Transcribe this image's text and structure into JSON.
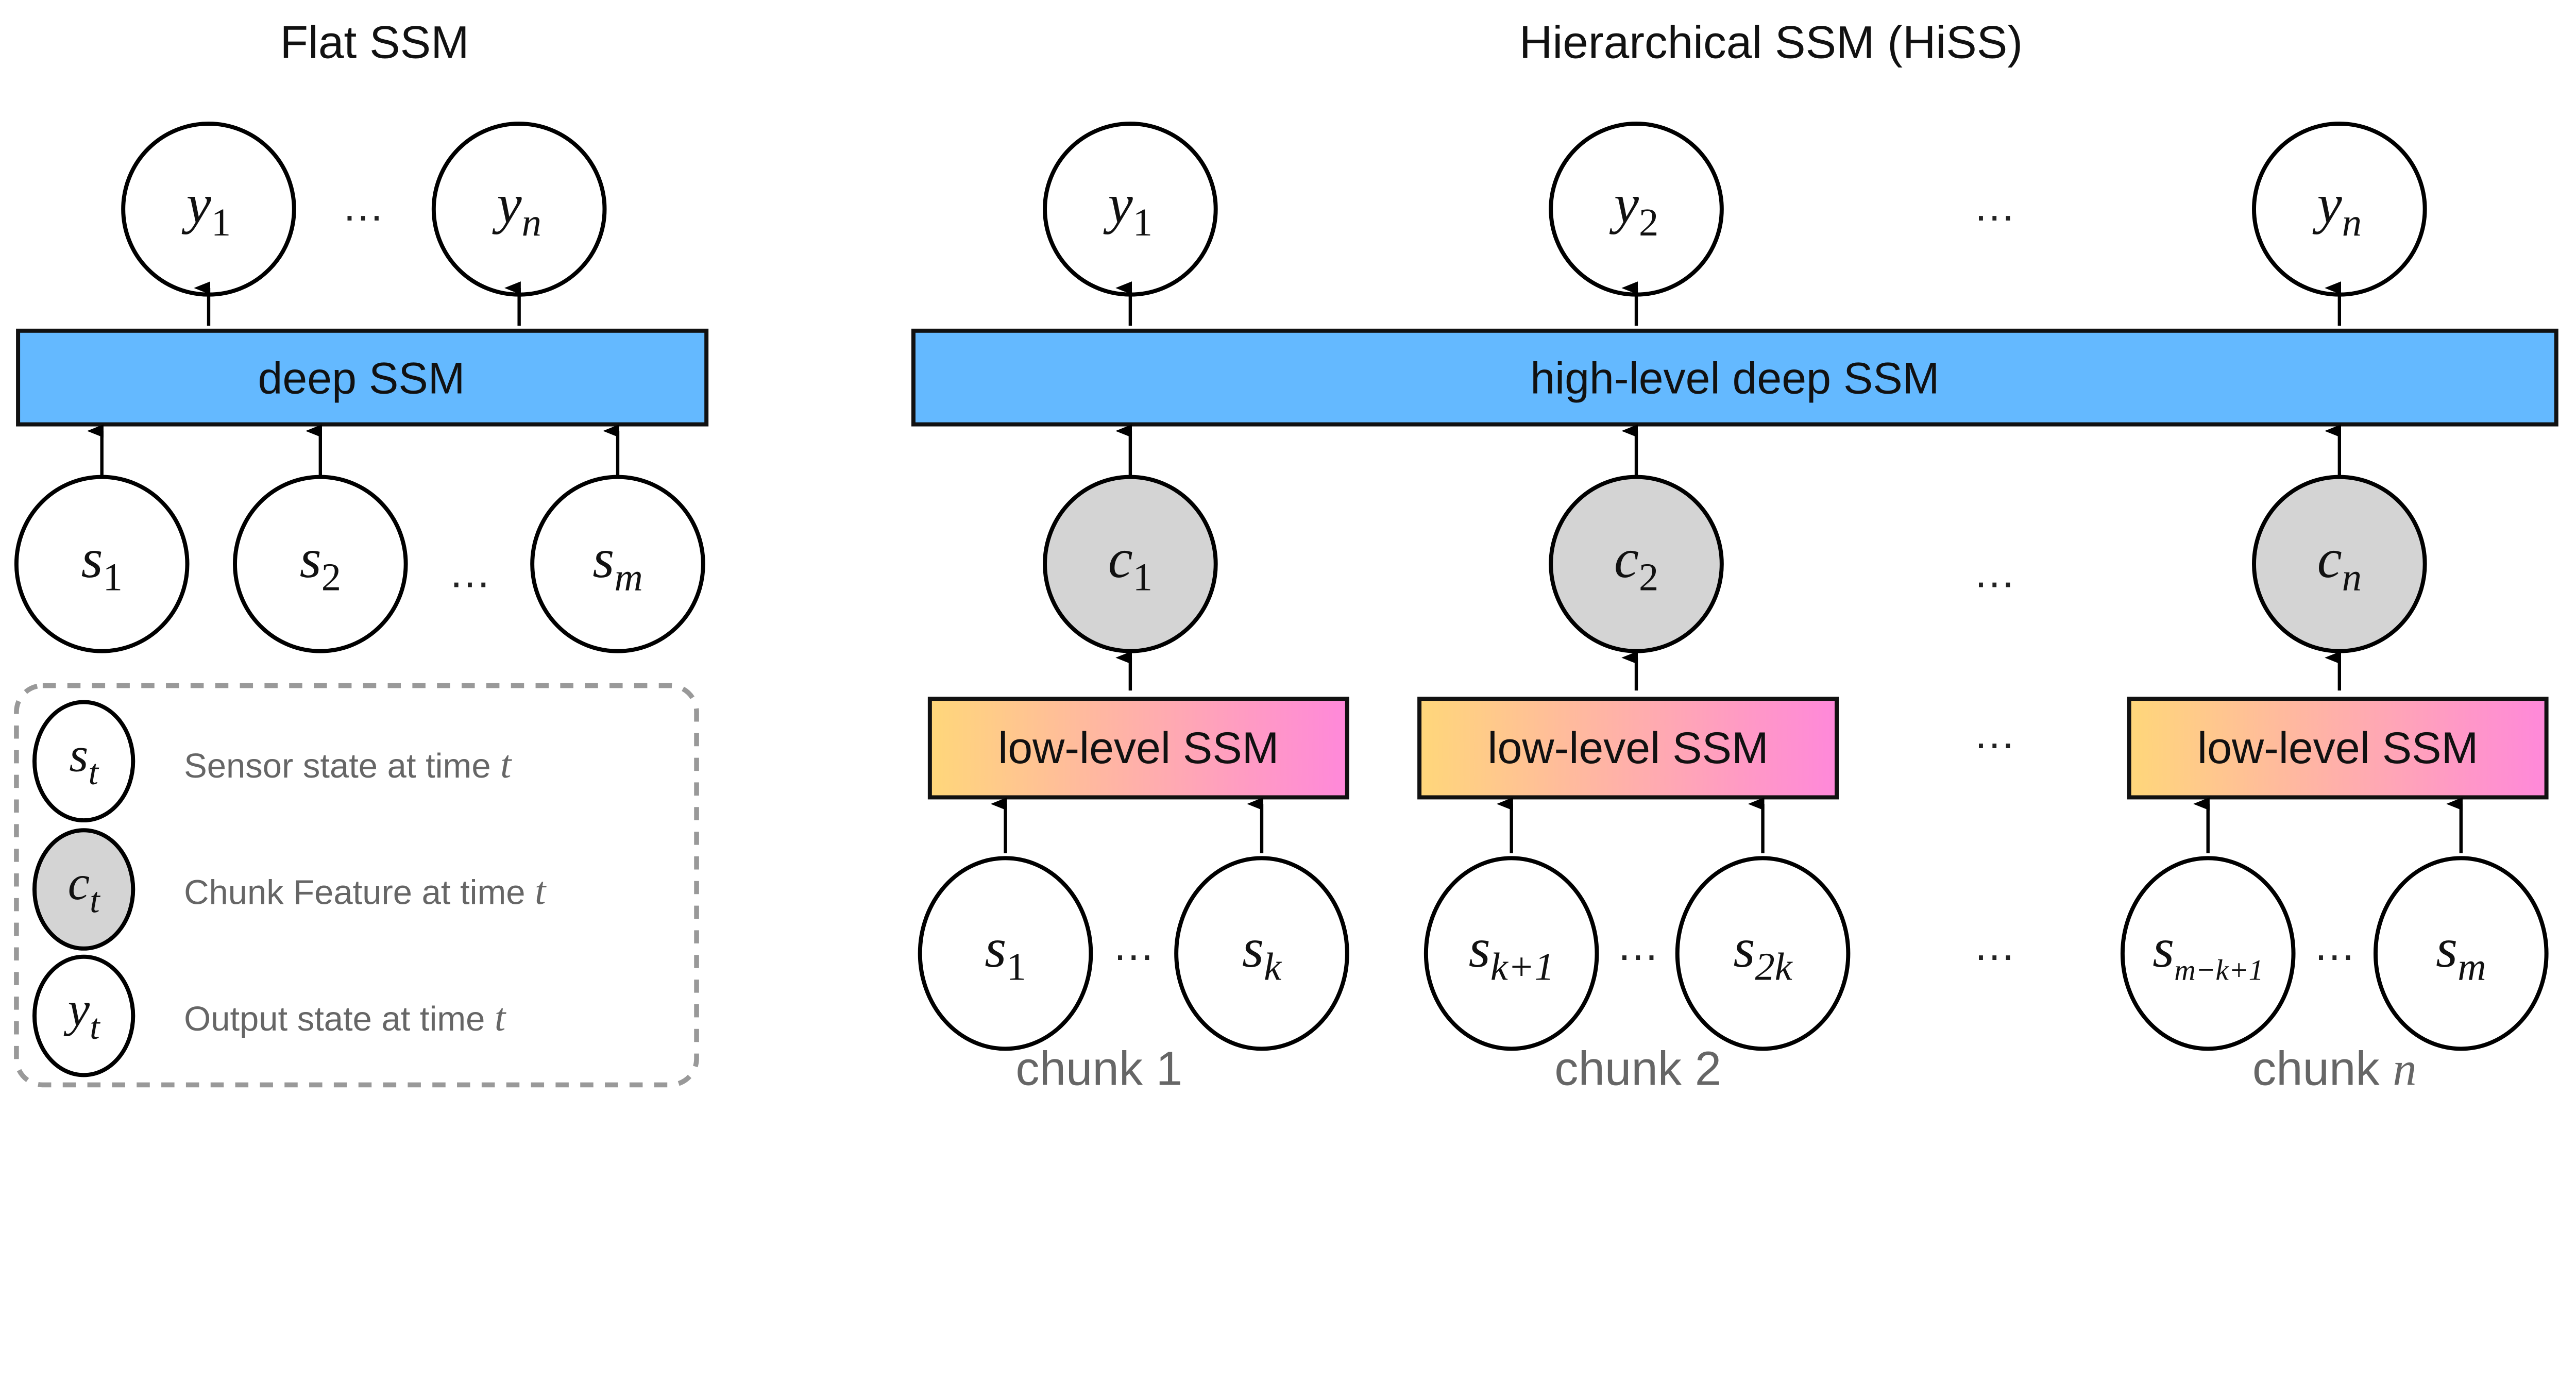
{
  "colors": {
    "ssm_blue": "#64b9ff",
    "low_start": "#ffd77a",
    "low_end": "#ff88da",
    "chunk_feature_fill": "#d4d4d4",
    "legend_border": "#999999",
    "muted_text": "#666666"
  },
  "flat": {
    "title": "Flat SSM",
    "box_label": "deep SSM",
    "outputs": [
      {
        "base": "y",
        "sub": "1"
      },
      {
        "base": "y",
        "sub": "n"
      }
    ],
    "inputs": [
      {
        "base": "s",
        "sub": "1"
      },
      {
        "base": "s",
        "sub": "2"
      },
      {
        "base": "s",
        "sub": "m"
      }
    ],
    "ellipsis": "…"
  },
  "legend": {
    "items": [
      {
        "base": "s",
        "sub": "t",
        "text": "Sensor state at time ",
        "var": "t"
      },
      {
        "base": "c",
        "sub": "t",
        "text": "Chunk Feature at time ",
        "var": "t"
      },
      {
        "base": "y",
        "sub": "t",
        "text": "Output state at time ",
        "var": "t"
      }
    ]
  },
  "hiss": {
    "title": "Hierarchical SSM (HiSS)",
    "high_box_label": "high-level deep SSM",
    "low_box_label": "low-level SSM",
    "outputs": [
      {
        "base": "y",
        "sub": "1"
      },
      {
        "base": "y",
        "sub": "2"
      },
      {
        "base": "y",
        "sub": "n"
      }
    ],
    "features": [
      {
        "base": "c",
        "sub": "1"
      },
      {
        "base": "c",
        "sub": "2"
      },
      {
        "base": "c",
        "sub": "n"
      }
    ],
    "chunks": [
      {
        "label": "chunk ",
        "num": "1",
        "inputs": [
          {
            "base": "s",
            "sub": "1"
          },
          {
            "base": "s",
            "sub": "k"
          }
        ]
      },
      {
        "label": "chunk ",
        "num": "2",
        "inputs": [
          {
            "base": "s",
            "sub": "k+1"
          },
          {
            "base": "s",
            "sub": "2k"
          }
        ]
      },
      {
        "label": "chunk ",
        "num": "n",
        "inputs": [
          {
            "base": "s",
            "sub": "m−k+1"
          },
          {
            "base": "s",
            "sub": "m"
          }
        ]
      }
    ],
    "ellipsis": "…"
  }
}
